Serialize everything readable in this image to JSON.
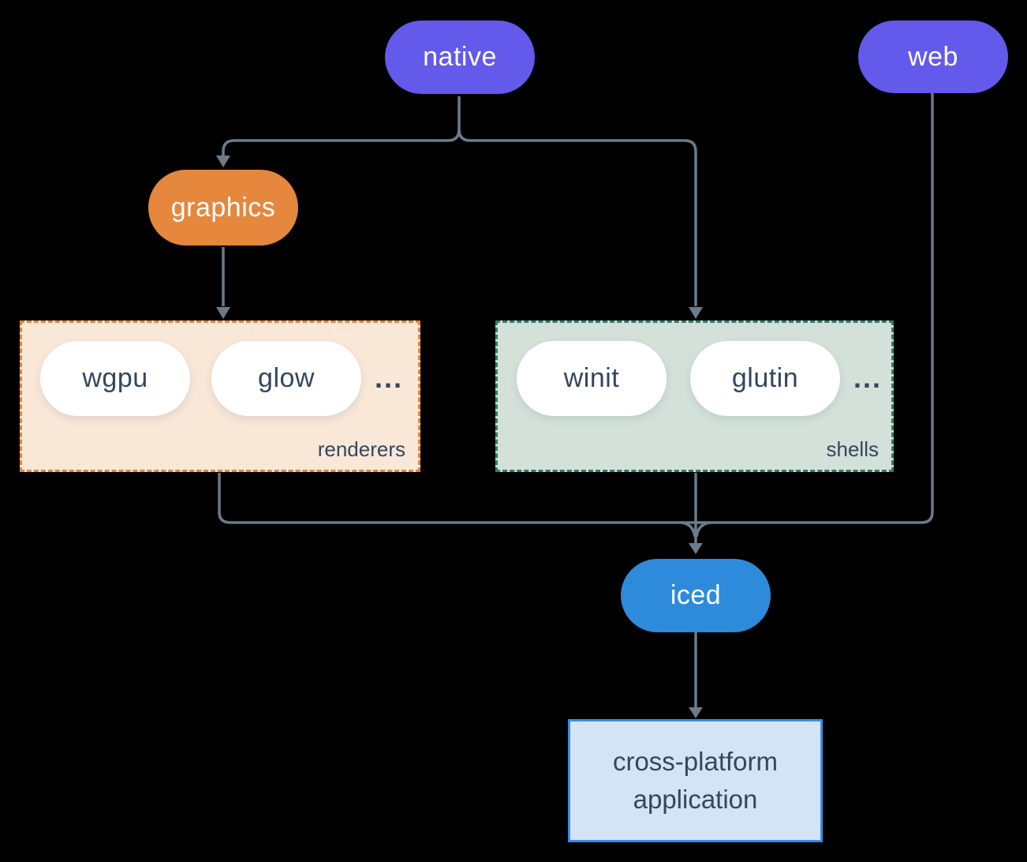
{
  "diagram": {
    "nodes": {
      "native": {
        "label": "native"
      },
      "web": {
        "label": "web"
      },
      "graphics": {
        "label": "graphics"
      },
      "wgpu": {
        "label": "wgpu"
      },
      "glow": {
        "label": "glow"
      },
      "winit": {
        "label": "winit"
      },
      "glutin": {
        "label": "glutin"
      },
      "iced": {
        "label": "iced"
      },
      "app": {
        "line1": "cross-platform",
        "line2": "application"
      }
    },
    "groups": {
      "renderers": {
        "label": "renderers",
        "ellipsis": "..."
      },
      "shells": {
        "label": "shells",
        "ellipsis": "..."
      }
    },
    "colors": {
      "purple": "#6359ea",
      "orange": "#e5873c",
      "blue": "#2e8bdb",
      "renderers_bg": "#f9e7d8",
      "renderers_border": "#e0843c",
      "shells_bg": "#d3e1d9",
      "shells_border": "#2e7d6e",
      "app_bg": "#d4e4f6",
      "app_border": "#3a8ede",
      "line": "#6b7b8c",
      "dark_text": "#33475c",
      "background": "#000000"
    }
  }
}
